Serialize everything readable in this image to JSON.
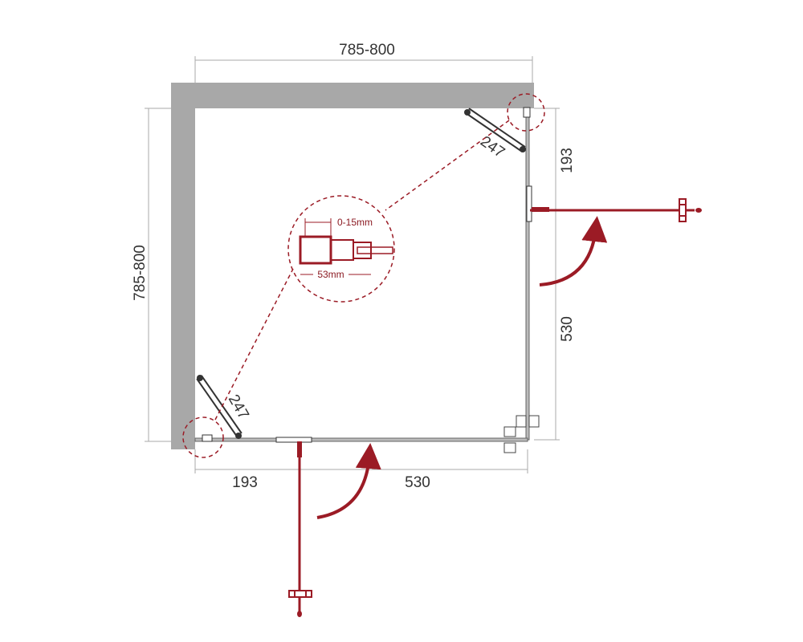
{
  "dimensions": {
    "top_width": "785-800",
    "left_depth": "785-800",
    "right_upper": "193",
    "right_lower": "530",
    "bottom_left": "193",
    "bottom_right": "530",
    "hinge_arm_top": "247",
    "hinge_arm_bottom": "247"
  },
  "detail": {
    "adjustment": "0-15mm",
    "profile_width": "53mm"
  },
  "colors": {
    "wall": "#a8a8a8",
    "accent": "#9b1b25",
    "line": "#555555"
  }
}
